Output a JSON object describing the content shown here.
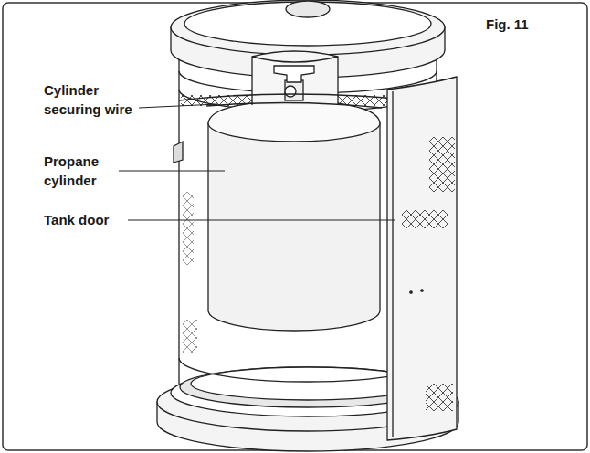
{
  "diagram": {
    "labels": [
      "Fig. 11",
      "Cylinder securing wire",
      "Propane cylinder",
      "Tank door"
    ]
  }
}
